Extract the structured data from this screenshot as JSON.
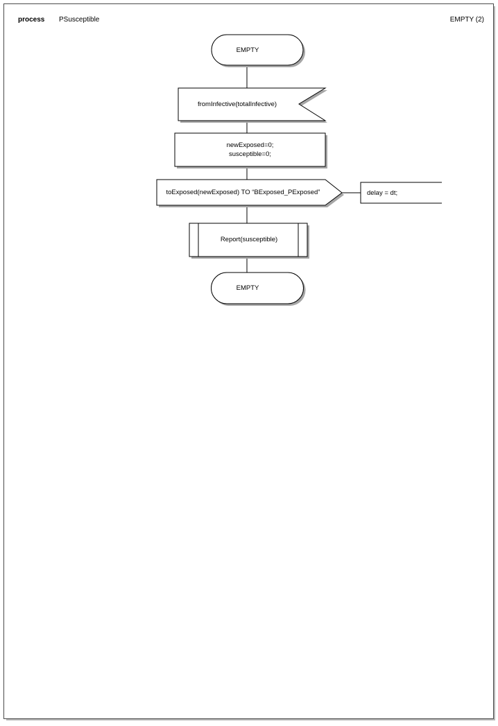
{
  "header": {
    "keyword": "process",
    "process_name": "PSusceptible",
    "right_label": "EMPTY (2)"
  },
  "colors": {
    "outline": "#000000",
    "shadow": "#a6a6a6",
    "page_border": "#4a4a4a",
    "background": "#ffffff"
  },
  "diagram": {
    "type": "flowchart",
    "orientation": "top-to-bottom",
    "nodes": [
      {
        "id": "start",
        "shape": "terminator",
        "label": "EMPTY"
      },
      {
        "id": "receive",
        "shape": "receive-message",
        "label": "fromInfective(totalInfective)"
      },
      {
        "id": "assign",
        "shape": "process",
        "label": "newExposed=0;\nsusceptible=0;"
      },
      {
        "id": "send",
        "shape": "send-message",
        "label": "toExposed(newExposed) TO “BExposed_PExposed”"
      },
      {
        "id": "delay",
        "shape": "annotation",
        "label": "delay = dt;"
      },
      {
        "id": "report",
        "shape": "predefined-process",
        "label": "Report(susceptible)"
      },
      {
        "id": "end",
        "shape": "terminator",
        "label": "EMPTY"
      }
    ],
    "edges": [
      {
        "from": "start",
        "to": "receive"
      },
      {
        "from": "receive",
        "to": "assign"
      },
      {
        "from": "assign",
        "to": "send"
      },
      {
        "from": "send",
        "to": "report"
      },
      {
        "from": "send",
        "to": "delay"
      },
      {
        "from": "report",
        "to": "end"
      }
    ]
  }
}
